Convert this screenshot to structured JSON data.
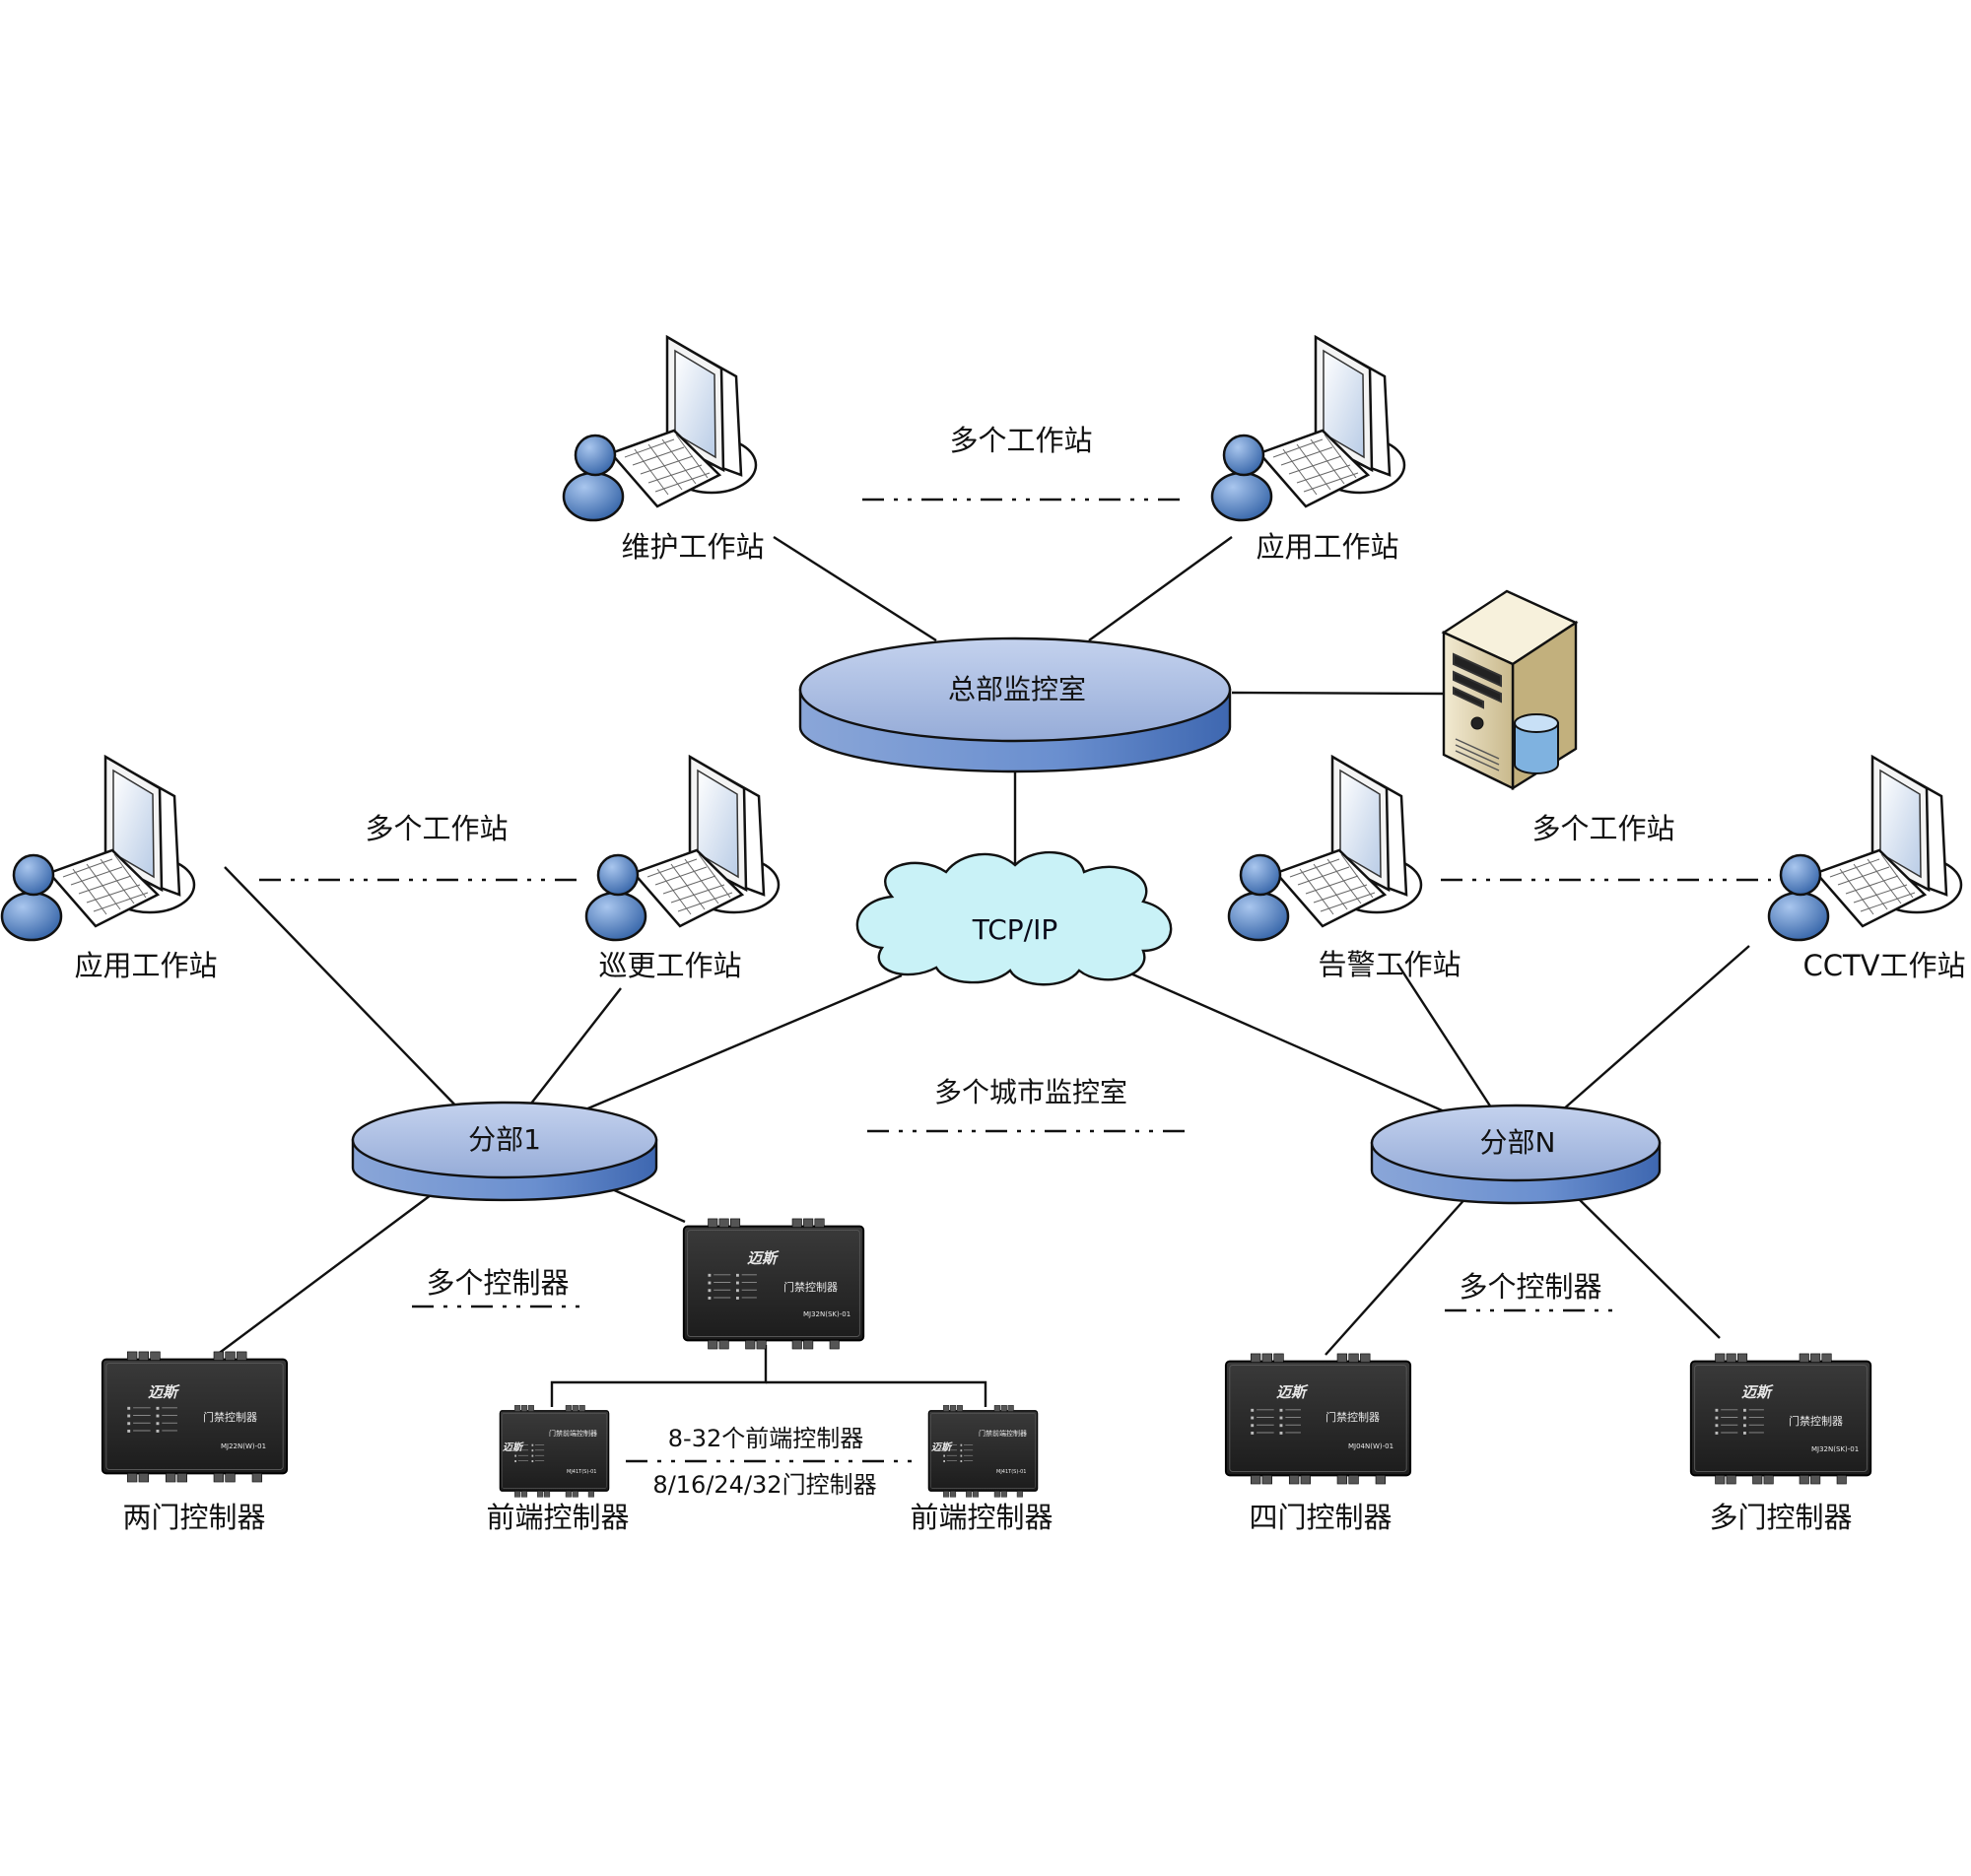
{
  "hq": {
    "label": "总部监控室"
  },
  "network": {
    "label": "TCP/IP"
  },
  "hq_workstations": {
    "left_label": "维护工作站",
    "right_label": "应用工作站",
    "multi_label": "多个工作站"
  },
  "branch_1": {
    "label": "分部1",
    "ws_left_label": "应用工作站",
    "ws_right_label": "巡更工作站",
    "multi_ws_label": "多个工作站",
    "multi_ctrl_label": "多个控制器",
    "controllers": {
      "two_door_label": "两门控制器",
      "frontend_left_label": "前端控制器",
      "frontend_right_label": "前端控制器",
      "frontend_range_label": "8-32个前端控制器",
      "frontend_doors_label": "8/16/24/32门控制器"
    }
  },
  "branch_n": {
    "label": "分部N",
    "ws_left_label": "告警工作站",
    "ws_right_label": "CCTV工作站",
    "multi_ws_label": "多个工作站",
    "multi_ctrl_label": "多个控制器",
    "controllers": {
      "four_door_label": "四门控制器",
      "multi_door_label": "多门控制器"
    }
  },
  "middle": {
    "multi_city_label": "多个城市监控室"
  },
  "device": {
    "brand": "迈斯",
    "product": "门禁控制器",
    "frontend_product": "门禁前端控制器",
    "model_2door": "MJ22N(W)-01",
    "model_multi": "MJ32N(SK)-01",
    "model_4door": "MJ04N(W)-01",
    "model_frontend": "MJ41T(S)-01"
  },
  "colors": {
    "ring_top": "#aebfe0",
    "ring_side": "#5b7fc0",
    "cloud_fill": "#c9f2f7",
    "line": "#111111",
    "device_body": "#2a2a2a",
    "person": "#4a78b8"
  }
}
